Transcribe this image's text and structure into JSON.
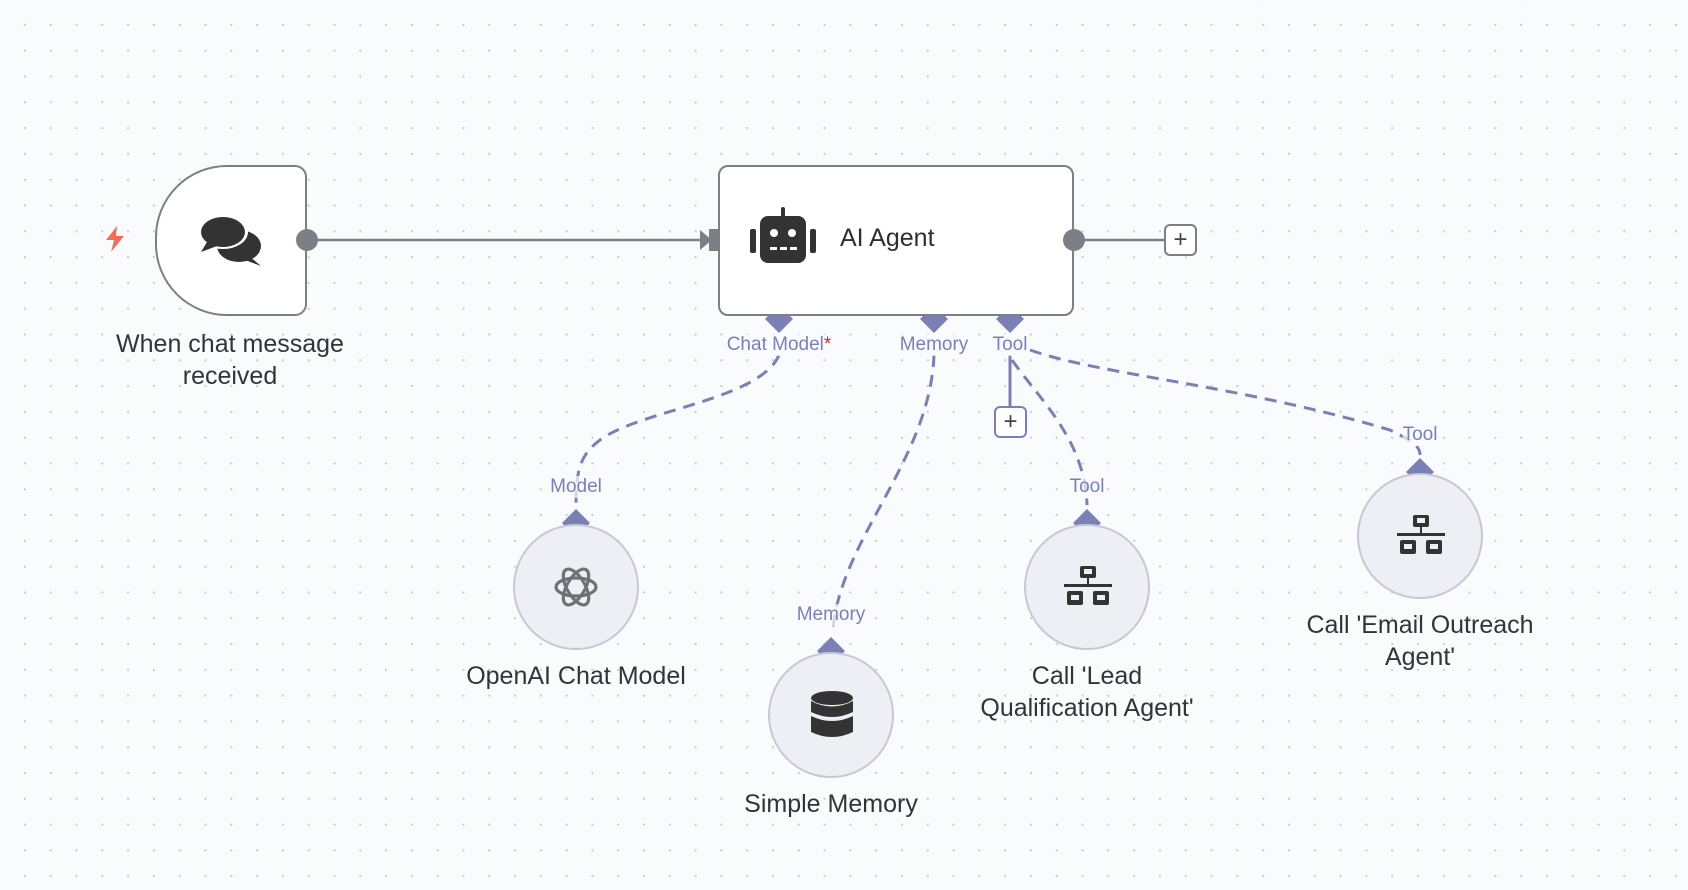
{
  "canvas": {
    "background": "#fafbfd"
  },
  "colors": {
    "main_connection": "#7d7f86",
    "sub_connection": "#7b80b4",
    "required": "#e0242b",
    "trigger_bolt": "#f26b5b"
  },
  "nodes": {
    "trigger": {
      "name": "When chat message received",
      "name_lines": [
        "When chat message",
        "received"
      ],
      "icon": "chat-bubbles-icon"
    },
    "agent": {
      "name": "AI Agent",
      "icon": "robot-icon",
      "ports": {
        "chat_model": "Chat Model",
        "chat_model_required": "*",
        "memory": "Memory",
        "tool": "Tool"
      }
    },
    "openai": {
      "name": "OpenAI Chat Model",
      "port": "Model",
      "icon": "openai-icon"
    },
    "memory": {
      "name": "Simple Memory",
      "port": "Memory",
      "icon": "database-icon"
    },
    "lead": {
      "name": "Call 'Lead Qualification Agent'",
      "name_lines": [
        "Call 'Lead",
        "Qualification Agent'"
      ],
      "port": "Tool",
      "icon": "sitemap-icon"
    },
    "email": {
      "name": "Call 'Email Outreach Agent'",
      "name_lines": [
        "Call 'Email Outreach",
        "Agent'"
      ],
      "port": "Tool",
      "icon": "sitemap-icon"
    }
  },
  "buttons": {
    "add_after_agent": "+",
    "add_tool": "+"
  }
}
